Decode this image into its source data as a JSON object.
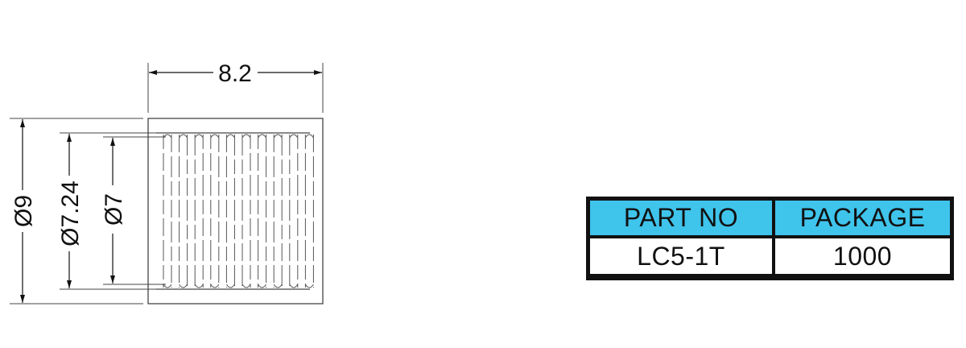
{
  "dimensions": {
    "length": "8.2",
    "outer_diameter": "Ø9",
    "knurl_diameter": "Ø7.24",
    "inner_diameter": "Ø7"
  },
  "table": {
    "headers": [
      "PART NO",
      "PACKAGE"
    ],
    "rows": [
      [
        "LC5-1T",
        "1000"
      ]
    ],
    "header_color": "#3fc4ec"
  }
}
